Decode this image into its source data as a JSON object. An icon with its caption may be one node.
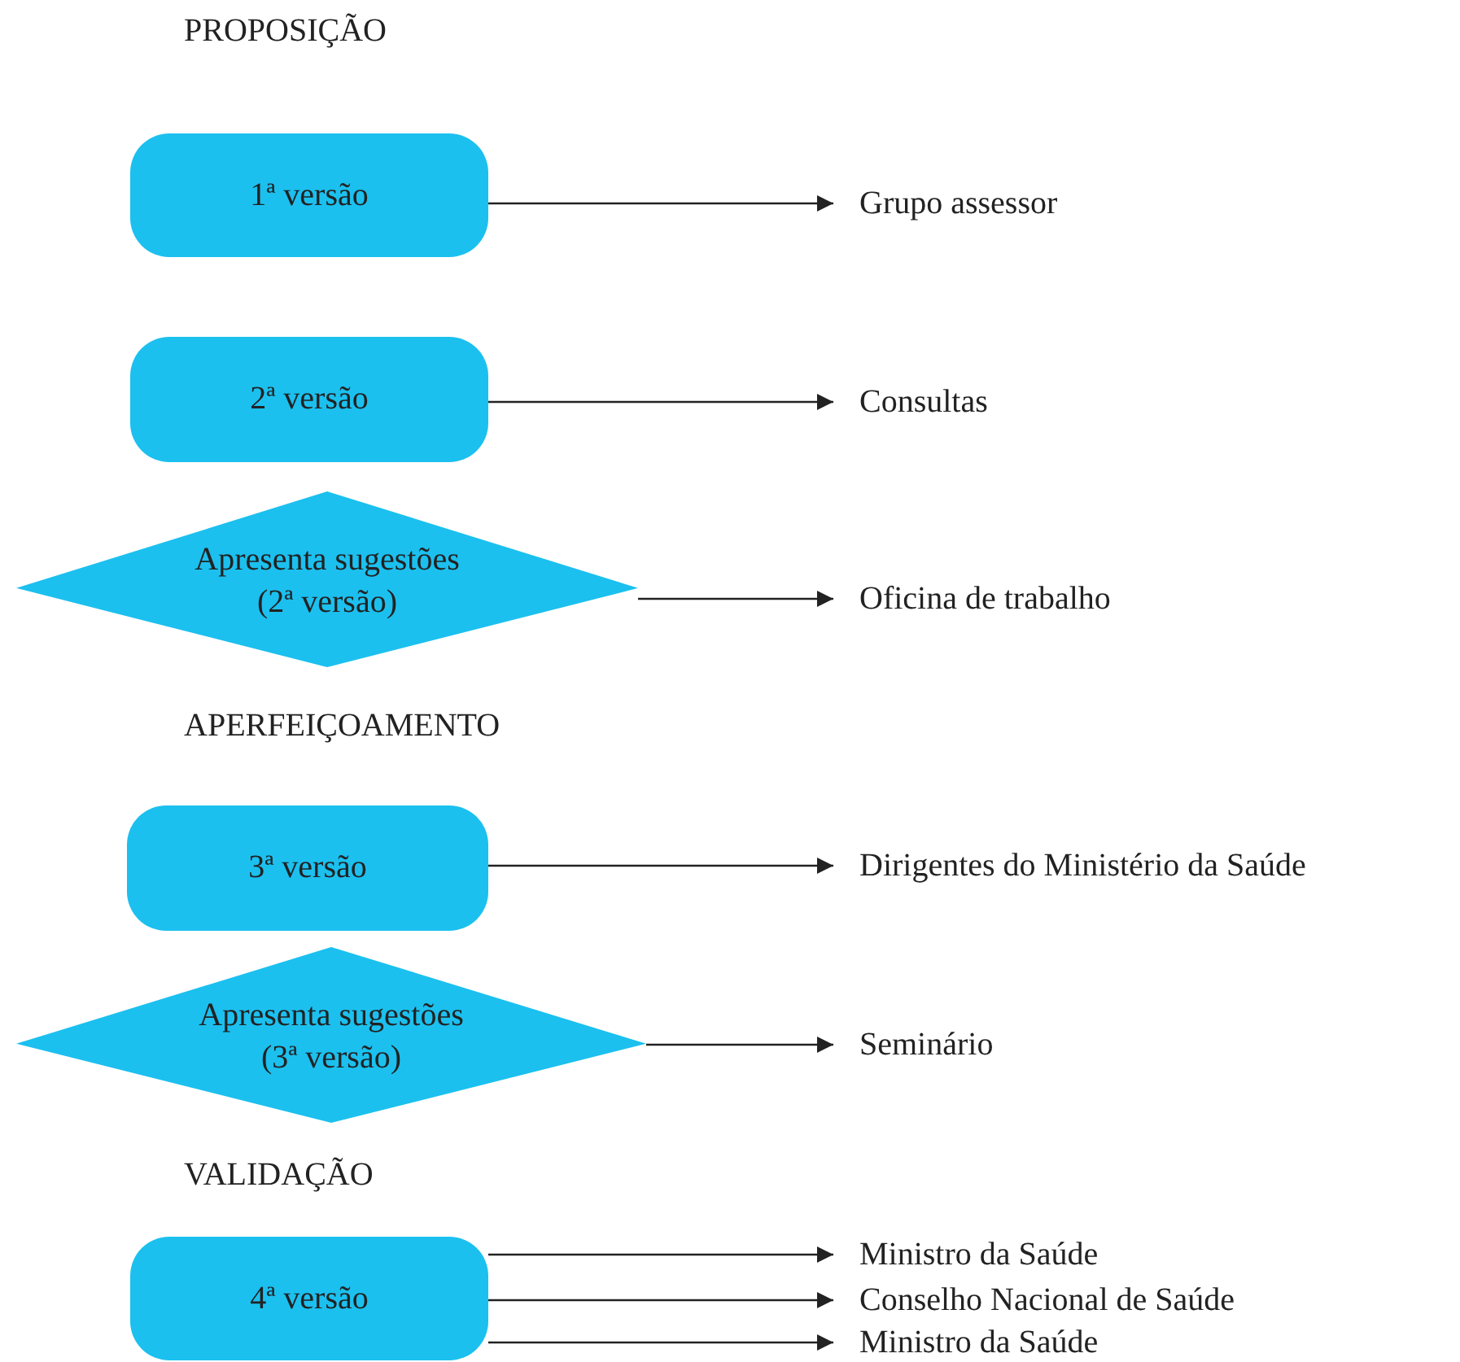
{
  "diagram": {
    "nodes": [
      {
        "text": [
          "1ª versão"
        ]
      },
      {
        "text": [
          "Grupo assessor"
        ]
      },
      {
        "text": [
          "2ª versão"
        ]
      },
      {
        "text": [
          "Consultas"
        ]
      },
      {
        "text": [
          "Apresenta sugestões (2ª versão)"
        ]
      },
      {
        "text": [
          "Oficina de trabalho"
        ]
      },
      {
        "text": [
          "3ª versão"
        ]
      },
      {
        "text": [
          "Dirigentes do Ministério da Saúde"
        ]
      },
      {
        "text": [
          "Apresenta sugestões (3ª versão)"
        ]
      },
      {
        "text": [
          "Seminário"
        ]
      },
      {
        "text": [
          "4ª versão"
        ]
      },
      {
        "text": [
          "Ministro da Saúde"
        ]
      },
      {
        "text": [
          "Conselho Nacional de Saúde"
        ]
      },
      {
        "text": [
          "Ministro da Saúde"
        ]
      }
    ],
    "edges": [
      {
        "from": 0,
        "to": 1,
        "arrow": "to"
      },
      {
        "from": 2,
        "to": 3,
        "arrow": "to"
      },
      {
        "from": 4,
        "to": 5,
        "arrow": "to"
      },
      {
        "from": 6,
        "to": 7,
        "arrow": "to"
      },
      {
        "from": 8,
        "to": 9,
        "arrow": "to"
      },
      {
        "from": 10,
        "to": 11,
        "arrow": "to"
      },
      {
        "from": 10,
        "to": 12,
        "arrow": "to"
      },
      {
        "from": 10,
        "to": 13,
        "arrow": "to"
      }
    ],
    "labels": [
      "PROPOSIÇÃO",
      "APERFEIÇOAMENTO",
      "VALIDAÇÃO"
    ]
  }
}
